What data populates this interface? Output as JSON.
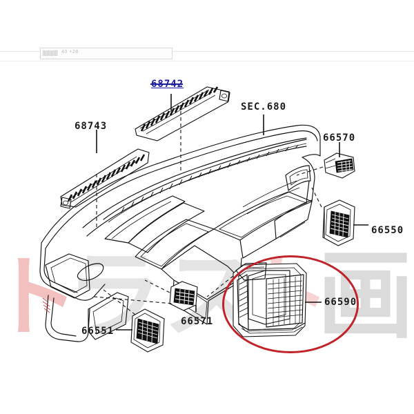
{
  "page": {
    "title": "Nissan dashboard instrument panel parts diagram",
    "background_color": "#ffffff"
  },
  "browser_strip": {
    "url_text": "40  +28",
    "visible": true
  },
  "watermark": {
    "cjk_characters": [
      "ト",
      "ラ",
      "ス",
      "ト",
      "画"
    ],
    "gray_color": "#cfcfcf",
    "red_color": "#f2b6b6"
  },
  "diagram": {
    "section_label": "SEC.680",
    "highlight": {
      "part_number": "68742",
      "color": "#1c1ca0",
      "style": "underlined-strikethrough"
    },
    "ellipse_highlight": {
      "part_number": "66590",
      "color": "#c0242a"
    },
    "parts": [
      {
        "id": "part-68742",
        "number": "68742",
        "name": "defroster-grille-right",
        "highlighted": true
      },
      {
        "id": "part-68743",
        "number": "68743",
        "name": "defroster-grille-left",
        "highlighted": false
      },
      {
        "id": "part-sec680",
        "number": "SEC.680",
        "name": "instrument-panel-assembly",
        "highlighted": false
      },
      {
        "id": "part-66570",
        "number": "66570",
        "name": "side-ventilator-grille-upper",
        "highlighted": false
      },
      {
        "id": "part-66550",
        "number": "66550",
        "name": "side-ventilator-grille-right",
        "highlighted": false
      },
      {
        "id": "part-66551",
        "number": "66551",
        "name": "side-ventilator-grille-left",
        "highlighted": false
      },
      {
        "id": "part-66571",
        "number": "66571",
        "name": "side-ventilator-grille-lower",
        "highlighted": false
      },
      {
        "id": "part-66590",
        "number": "66590",
        "name": "center-ventilator-grille",
        "highlighted": true
      }
    ]
  }
}
